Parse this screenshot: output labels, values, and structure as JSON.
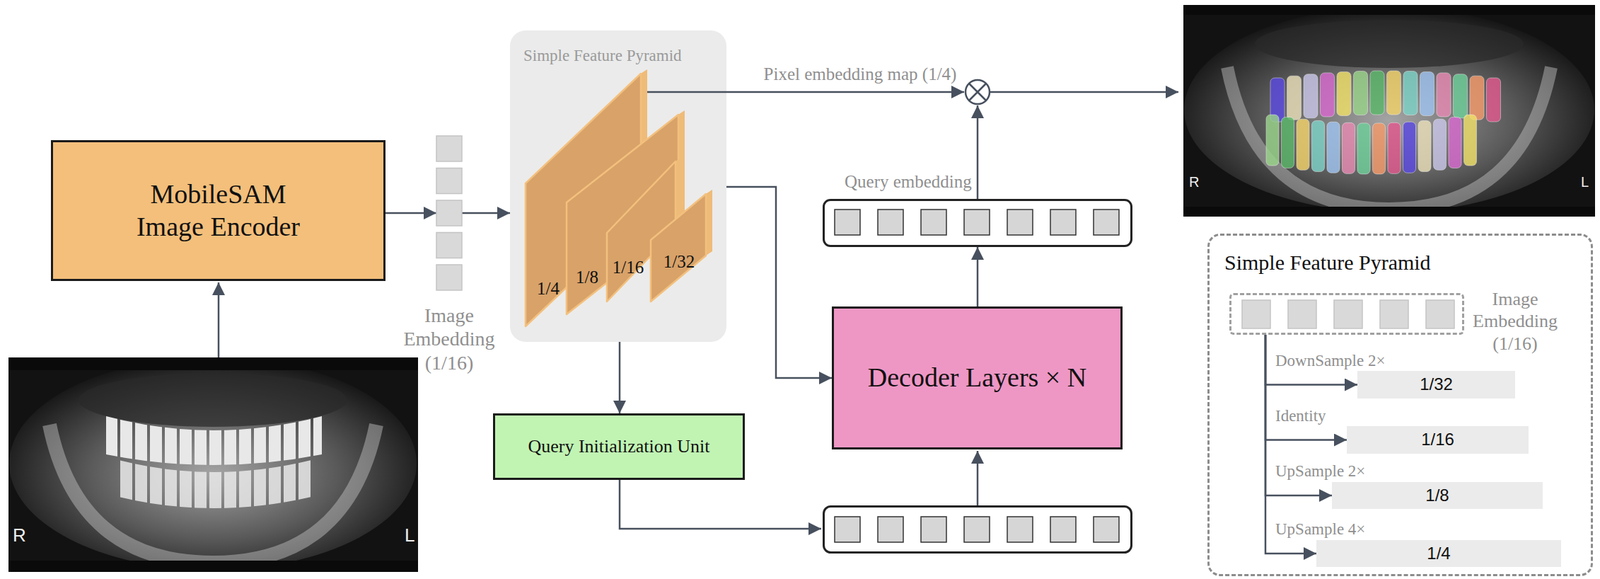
{
  "diagram": {
    "nodes": [
      {
        "text": [
          "Simple Feature Pyramid"
        ]
      },
      {
        "text": [
          "1/4"
        ],
        "in": 0
      },
      {
        "text": [
          "1/8"
        ],
        "in": 0
      },
      {
        "text": [
          "1/16"
        ],
        "in": 0
      },
      {
        "text": [
          "1/32"
        ],
        "in": 0
      },
      {
        "text": [
          "MobileSAM Image Encoder"
        ]
      },
      {
        "text": [
          "Image Embedding (1/16)"
        ]
      },
      {
        "text": [
          "Query embedding"
        ]
      },
      {
        "text": [
          "Decoder Layers × N"
        ]
      },
      {
        "text": [
          "Query Initialization Unit"
        ]
      },
      {
        "text": [
          "Simple Feature Pyramid"
        ]
      },
      {
        "text": [
          "Image Embedding (1/16)"
        ],
        "in": 10
      },
      {
        "text": [
          "1/32"
        ],
        "in": 10
      },
      {
        "text": [
          "1/16"
        ],
        "in": 10
      },
      {
        "text": [
          "1/8"
        ],
        "in": 10
      },
      {
        "text": [
          "1/4"
        ],
        "in": 10
      }
    ],
    "edges": [
      {
        "from": 5,
        "to": 6,
        "arrow": "to"
      },
      {
        "from": 6,
        "to": 0,
        "arrow": "to"
      },
      {
        "from": 0,
        "to": 8,
        "arrow": "to"
      },
      {
        "from": 0,
        "to": 9,
        "arrow": "to"
      },
      {
        "from": 8,
        "to": 7,
        "arrow": "to"
      },
      {
        "from": 11,
        "to": 12,
        "arrow": "to",
        "label": "DownSample 2×"
      },
      {
        "from": 11,
        "to": 13,
        "arrow": "to",
        "label": "Identity"
      },
      {
        "from": 11,
        "to": 14,
        "arrow": "to",
        "label": "UpSample 2×"
      },
      {
        "from": 11,
        "to": 15,
        "arrow": "to",
        "label": "UpSample 4×"
      }
    ],
    "labels": [
      "Pixel embedding map (1/4)",
      "R",
      "L",
      "R",
      "L"
    ]
  }
}
